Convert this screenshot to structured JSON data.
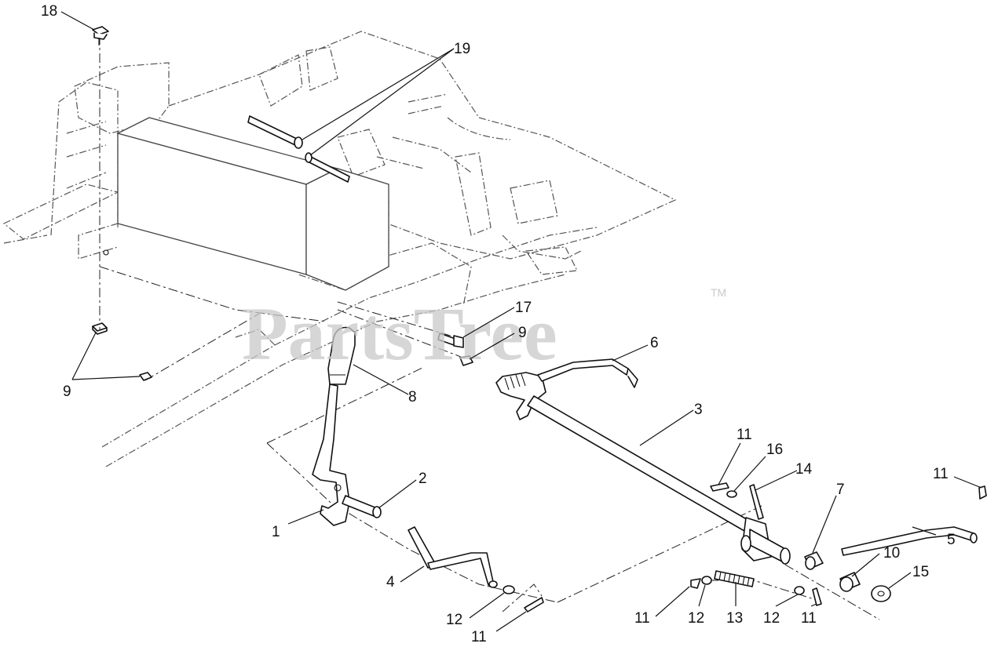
{
  "watermark": {
    "text": "PartsTree",
    "mark": "TM"
  },
  "callouts": [
    {
      "id": "c18",
      "label": "18"
    },
    {
      "id": "c19",
      "label": "19"
    },
    {
      "id": "c17",
      "label": "17"
    },
    {
      "id": "c9a",
      "label": "9"
    },
    {
      "id": "c9b",
      "label": "9"
    },
    {
      "id": "c6",
      "label": "6"
    },
    {
      "id": "c8",
      "label": "8"
    },
    {
      "id": "c3",
      "label": "3"
    },
    {
      "id": "c2",
      "label": "2"
    },
    {
      "id": "c1",
      "label": "1"
    },
    {
      "id": "c11a",
      "label": "11"
    },
    {
      "id": "c16",
      "label": "16"
    },
    {
      "id": "c14",
      "label": "14"
    },
    {
      "id": "c7",
      "label": "7"
    },
    {
      "id": "c11b",
      "label": "11"
    },
    {
      "id": "c5",
      "label": "5"
    },
    {
      "id": "c10",
      "label": "10"
    },
    {
      "id": "c15",
      "label": "15"
    },
    {
      "id": "c4",
      "label": "4"
    },
    {
      "id": "c12a",
      "label": "12"
    },
    {
      "id": "c11c",
      "label": "11"
    },
    {
      "id": "c11d",
      "label": "11"
    },
    {
      "id": "c12b",
      "label": "12"
    },
    {
      "id": "c13",
      "label": "13"
    },
    {
      "id": "c12c",
      "label": "12"
    },
    {
      "id": "c11e",
      "label": "11"
    }
  ]
}
